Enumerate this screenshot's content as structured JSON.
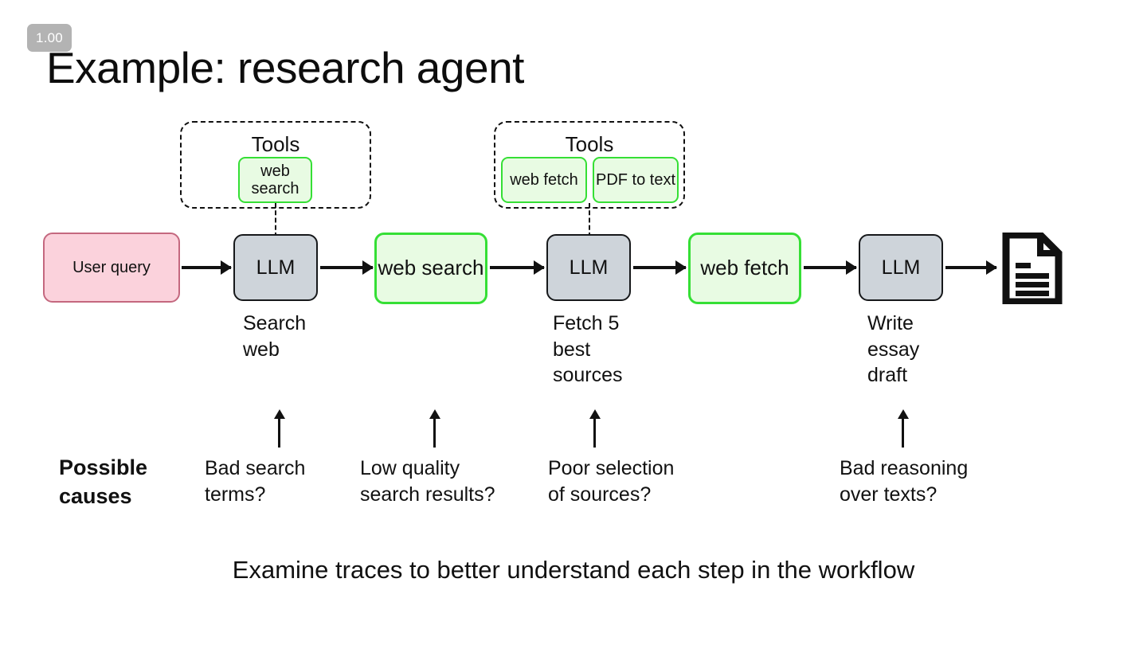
{
  "slide": {
    "badge": "1.00",
    "title": "Example: research agent",
    "footer": "Examine traces to better understand each step in the workflow"
  },
  "tool_groups": [
    {
      "label": "Tools",
      "chips": [
        {
          "text": "web\nsearch"
        }
      ]
    },
    {
      "label": "Tools",
      "chips": [
        {
          "text": "web\nfetch"
        },
        {
          "text": "PDF to\ntext"
        }
      ]
    }
  ],
  "flow": {
    "nodes": [
      {
        "label": "User query",
        "kind": "pink",
        "caption": ""
      },
      {
        "label": "LLM",
        "kind": "gray",
        "caption": "Search\nweb"
      },
      {
        "label": "web\nsearch",
        "kind": "green",
        "caption": ""
      },
      {
        "label": "LLM",
        "kind": "gray",
        "caption": "Fetch 5\nbest\nsources"
      },
      {
        "label": "web\nfetch",
        "kind": "green",
        "caption": ""
      },
      {
        "label": "LLM",
        "kind": "gray",
        "caption": "Write\nessay\ndraft"
      }
    ],
    "output_icon": "document-icon"
  },
  "possible_causes": {
    "title": "Possible\ncauses",
    "items": [
      {
        "text": "Bad search\nterms?"
      },
      {
        "text": "Low quality\nsearch results?"
      },
      {
        "text": "Poor selection\nof sources?"
      },
      {
        "text": "Bad reasoning\nover texts?"
      }
    ]
  },
  "colors": {
    "badge_bg": "#b3b3b3",
    "pink_fill": "#fbd2dc",
    "pink_border": "#c4687f",
    "gray_fill": "#ced4da",
    "gray_border": "#16181a",
    "green_fill": "#e8fbe3",
    "green_border": "#35df35",
    "ink": "#111111"
  }
}
